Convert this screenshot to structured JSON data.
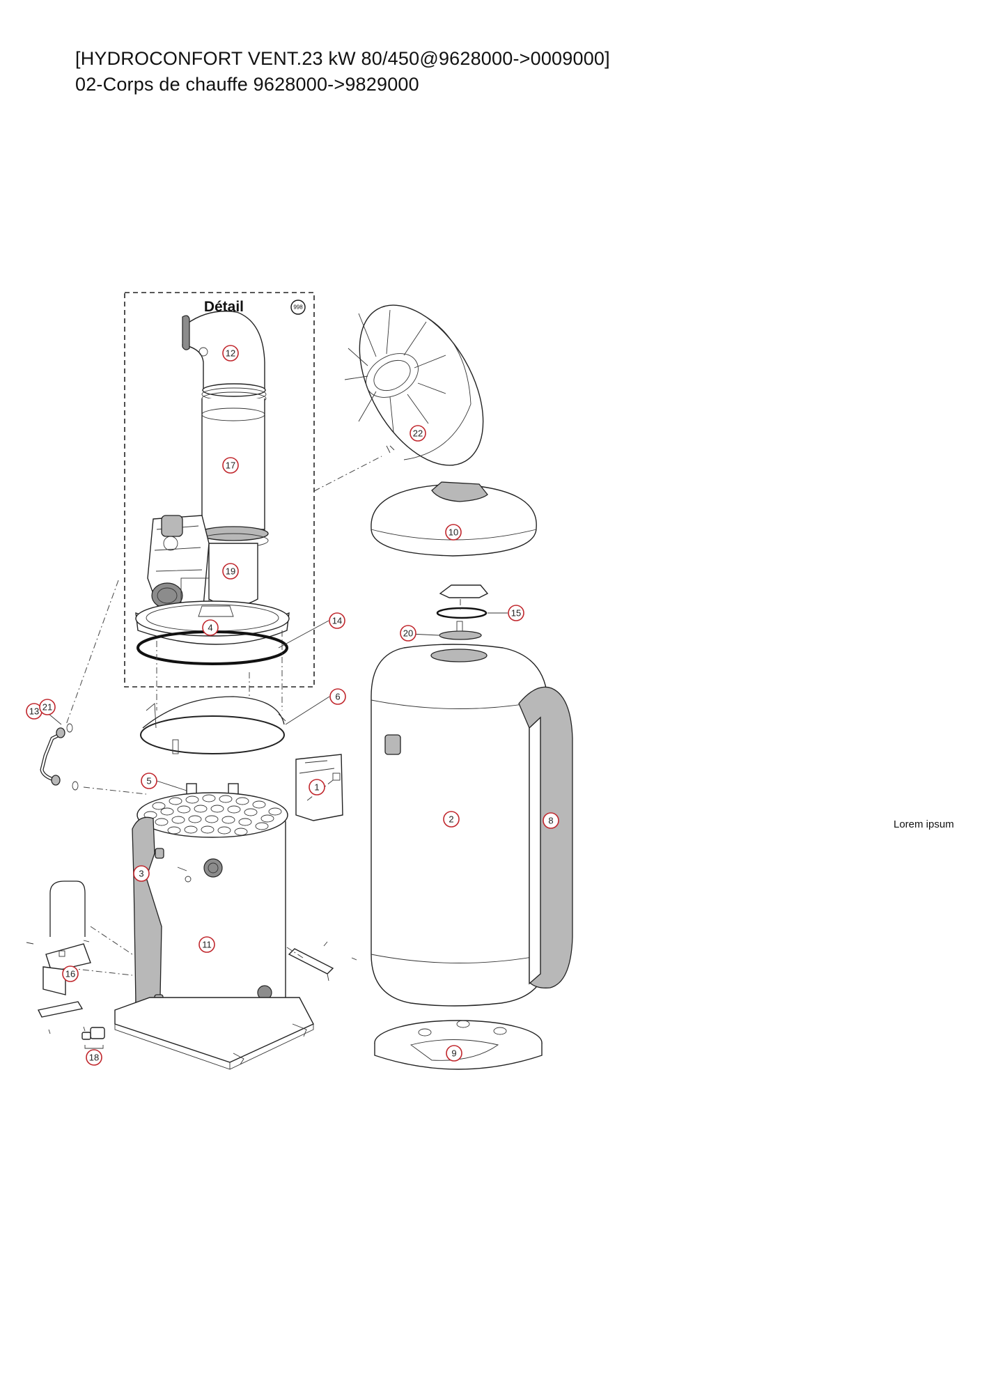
{
  "header": {
    "title": "[HYDROCONFORT VENT.23 kW 80/450@9628000->0009000]",
    "subtitle": "02-Corps de chauffe 9628000->9829000"
  },
  "side_note": "Lorem ipsum",
  "diagram": {
    "detail_label": "Détail",
    "detail_ref": "998",
    "callout_color": "#c0262c",
    "callouts": [
      {
        "id": "12",
        "label": "12"
      },
      {
        "id": "17",
        "label": "17"
      },
      {
        "id": "19",
        "label": "19"
      },
      {
        "id": "4",
        "label": "4"
      },
      {
        "id": "14",
        "label": "14"
      },
      {
        "id": "22",
        "label": "22"
      },
      {
        "id": "10",
        "label": "10"
      },
      {
        "id": "15",
        "label": "15"
      },
      {
        "id": "20",
        "label": "20"
      },
      {
        "id": "6",
        "label": "6"
      },
      {
        "id": "13",
        "label": "13"
      },
      {
        "id": "21",
        "label": "21"
      },
      {
        "id": "5",
        "label": "5"
      },
      {
        "id": "1",
        "label": "1"
      },
      {
        "id": "2",
        "label": "2"
      },
      {
        "id": "8",
        "label": "8"
      },
      {
        "id": "3",
        "label": "3"
      },
      {
        "id": "11",
        "label": "11"
      },
      {
        "id": "16",
        "label": "16"
      },
      {
        "id": "18",
        "label": "18"
      },
      {
        "id": "9",
        "label": "9"
      }
    ]
  }
}
